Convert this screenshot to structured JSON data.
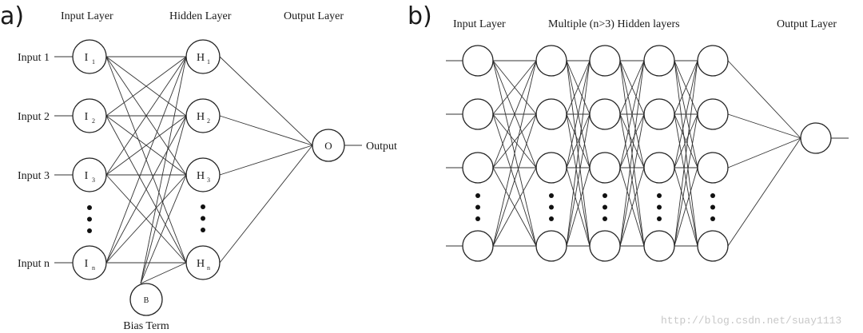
{
  "panel_a": {
    "label": "a)",
    "headers": {
      "input": "Input Layer",
      "hidden": "Hidden Layer",
      "output": "Output Layer"
    },
    "inputs": [
      {
        "label": "Input 1",
        "node": "I",
        "sub": "1"
      },
      {
        "label": "Input 2",
        "node": "I",
        "sub": "2"
      },
      {
        "label": "Input 3",
        "node": "I",
        "sub": "3"
      },
      {
        "label": "Input n",
        "node": "I",
        "sub": "n"
      }
    ],
    "hidden": [
      {
        "node": "H",
        "sub": "1"
      },
      {
        "node": "H",
        "sub": "2"
      },
      {
        "node": "H",
        "sub": "3"
      },
      {
        "node": "H",
        "sub": "n"
      }
    ],
    "output_node": "O",
    "output_label": "Output",
    "bias_node": "B",
    "bias_label": "Bias Term",
    "ellipsis_dots": 3
  },
  "panel_b": {
    "label": "b)",
    "headers": {
      "input": "Input Layer",
      "hidden": "Multiple (n>3) Hidden layers",
      "output": "Output Layer"
    },
    "hidden_layer_count": 4,
    "visible_nodes_per_layer": 4,
    "ellipsis_dots": 3
  },
  "watermark": "http://blog.csdn.net/suay1113",
  "colors": {
    "stroke": "#222222",
    "edge": "#333333",
    "watermark": "#c8c8c8"
  }
}
